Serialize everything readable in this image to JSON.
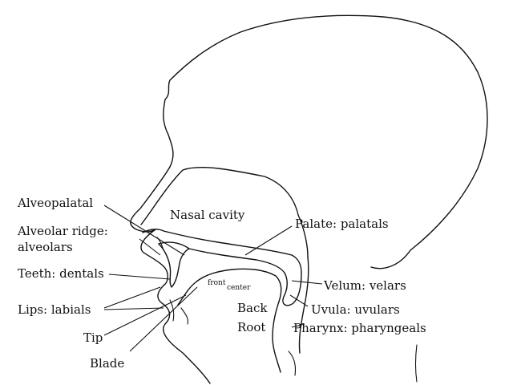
{
  "labels": {
    "nasal_cavity": "Nasal cavity",
    "palate": "Palate: palatals",
    "alveopalatal": "Alveopalatal",
    "alveolar_ridge_1": "Alveolar ridge:",
    "alveolar_ridge_2": "alveolars",
    "teeth": "Teeth: dentals",
    "lips": "Lips: labials",
    "tip": "Tip",
    "blade": "Blade",
    "front": "front",
    "center": "center",
    "back": "Back",
    "root": "Root",
    "velum": "Velum: velars",
    "uvula": "Uvula: uvulars",
    "pharynx": "Pharynx: pharyngeals"
  }
}
